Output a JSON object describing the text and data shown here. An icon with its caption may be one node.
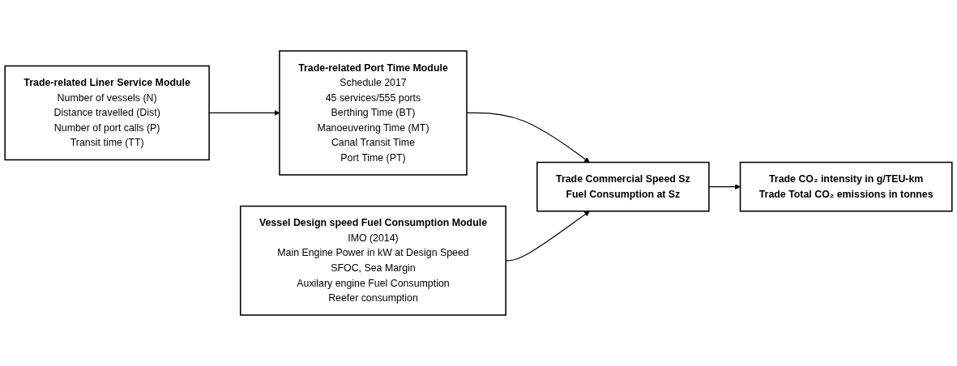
{
  "diagram": {
    "nodes": [
      {
        "text": [
          "Trade-related Port Time Module",
          "Schedule 2017",
          "45 services/555 ports",
          "Berthing Time (BT)",
          "Manoeuvering Time (MT)",
          "Canal Transit Time",
          "Port Time (PT)"
        ]
      },
      {
        "text": [
          "Trade-related Liner Service Module",
          "Number of vessels (N)",
          "Distance travelled (Dist)",
          "Number of port calls (P)",
          "Transit time (TT)"
        ]
      },
      {
        "text": [
          "Vessel Design speed Fuel Consumption Module",
          "IMO (2014)",
          "Main Engine Power in kW at Design Speed",
          "SFOC, Sea Margin",
          "Auxilary engine Fuel Consumption",
          "Reefer consumption"
        ]
      },
      {
        "text": [
          "Trade Commercial Speed Sz",
          "Fuel Consumption at Sz"
        ]
      },
      {
        "text": [
          "Trade CO₂ intensity in g/TEU-km",
          "Trade Total CO₂ emissions in tonnes"
        ]
      }
    ],
    "edges": [
      {
        "from": 1,
        "to": 0,
        "arrow": "to"
      },
      {
        "from": 0,
        "to": 3,
        "arrow": "to"
      },
      {
        "from": 2,
        "to": 3,
        "arrow": "to"
      },
      {
        "from": 3,
        "to": 4,
        "arrow": "to"
      }
    ]
  }
}
